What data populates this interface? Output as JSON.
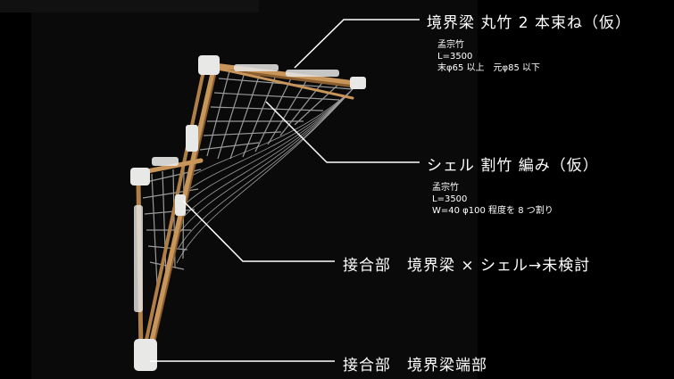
{
  "colors": {
    "background": "#000000",
    "panel": "#0b0b0b",
    "bamboo": "#c8955a",
    "bamboo_dark": "#8a5e2f",
    "binding": "#e8e8e6",
    "lattice": "#a9a9a9",
    "leader": "#ffffff"
  },
  "labels": {
    "beam": {
      "title": "境界梁 丸竹 2 本束ね（仮）",
      "lines": [
        "孟宗竹",
        "L=3500",
        "末φ65 以上　元φ85 以下"
      ]
    },
    "shell": {
      "title": "シェル 割竹 編み（仮）",
      "lines": [
        "孟宗竹",
        "L=3500",
        "W=40 φ100 程度を 8 つ割り"
      ]
    },
    "joint": {
      "title": "接合部　境界梁 × シェル→未検討"
    },
    "end": {
      "title": "接合部　境界梁端部"
    }
  }
}
